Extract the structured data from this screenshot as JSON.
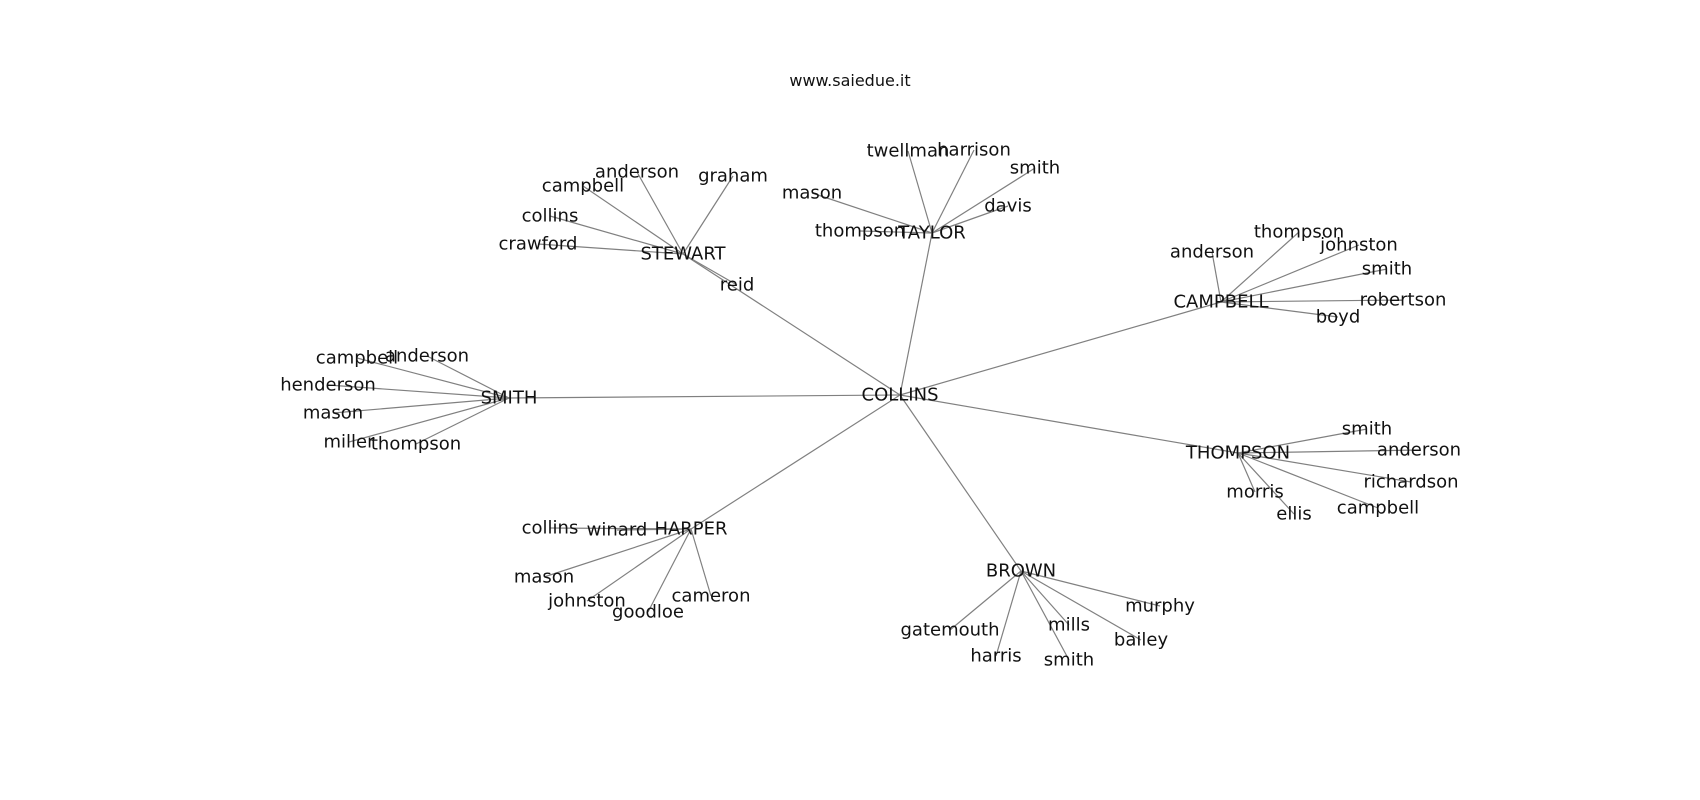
{
  "site": "www.saiedue.it",
  "colors": {
    "edge": "#808080",
    "text": "#111111",
    "background": "#ffffff"
  },
  "root": "COLLINS",
  "families": [
    {
      "name": "STEWART",
      "members": [
        "graham",
        "anderson",
        "campbell",
        "collins",
        "crawford",
        "reid"
      ]
    },
    {
      "name": "TAYLOR",
      "members": [
        "twellman",
        "harrison",
        "smith",
        "mason",
        "davis",
        "thompson"
      ]
    },
    {
      "name": "CAMPBELL",
      "members": [
        "anderson",
        "thompson",
        "johnston",
        "smith",
        "robertson",
        "boyd"
      ]
    },
    {
      "name": "SMITH",
      "members": [
        "campbell",
        "anderson",
        "henderson",
        "mason",
        "miller",
        "thompson"
      ]
    },
    {
      "name": "THOMPSON",
      "members": [
        "smith",
        "anderson",
        "richardson",
        "campbell",
        "morris",
        "ellis"
      ]
    },
    {
      "name": "HARPER",
      "members": [
        "collins",
        "winard",
        "mason",
        "johnston",
        "goodloe",
        "cameron"
      ]
    },
    {
      "name": "BROWN",
      "members": [
        "murphy",
        "bailey",
        "mills",
        "smith",
        "harris",
        "gatemouth"
      ]
    }
  ]
}
